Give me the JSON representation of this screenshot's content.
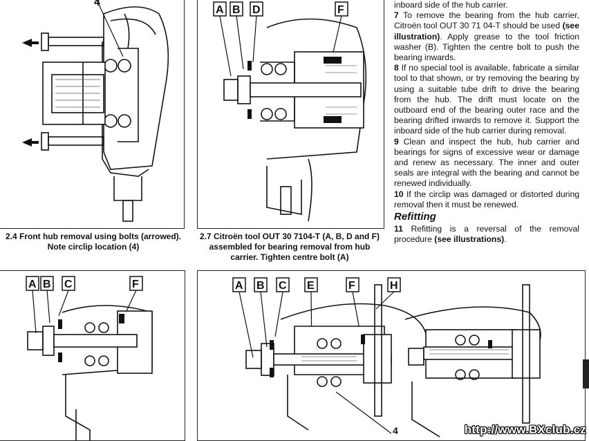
{
  "text_column": {
    "line0": "inboard side of the hub carrier.",
    "p7_num": "7",
    "p7_a": " To remove the bearing from the hub carrier, Citroën tool OUT 30 71 04-T should be used ",
    "p7_b": "(see illustration)",
    "p7_c": ". Apply grease to the tool friction washer (B). Tighten the centre bolt to push the bearing inwards.",
    "p8_num": "8",
    "p8": " If no special tool is available, fabricate a similar tool to that shown, or try removing the bearing by using a suitable tube drift to drive the bearing from the hub. The drift must locate on the outboard end of the bearing outer race and the bearing drifted inwards to remove it. Support the inboard side of the hub carrier during removal.",
    "p9_num": "9",
    "p9": " Clean and inspect the hub, hub carrier and bearings for signs of excessive wear or damage and renew as necessary. The inner and outer seals are integral with the bearing and cannot be renewed individually.",
    "p10_num": "10",
    "p10": " If the circlip was damaged or distorted during removal then it must be renewed.",
    "heading": "Refitting",
    "p11_num": "11",
    "p11_a": " Refitting is a reversal of the removal procedure ",
    "p11_b": "(see illustrations)",
    "p11_c": "."
  },
  "figures": {
    "fig24": {
      "caption_num": "2.4",
      "caption": " Front hub removal using bolts (arrowed). Note circlip location (4)",
      "label": "4"
    },
    "fig27": {
      "caption_num": "2.7",
      "caption": " Citroën tool OUT 30 7104-T (A, B, D and F) assembled for bearing removal from hub carrier. Tighten centre bolt (A)",
      "labels": [
        "A",
        "B",
        "D",
        "F"
      ]
    },
    "fig_bl": {
      "labels": [
        "A",
        "B",
        "C",
        "F"
      ]
    },
    "fig_br": {
      "labels": [
        "A",
        "B",
        "C",
        "E",
        "F",
        "H"
      ],
      "label4": "4"
    }
  },
  "watermark": "http://www.BXclub.cz"
}
